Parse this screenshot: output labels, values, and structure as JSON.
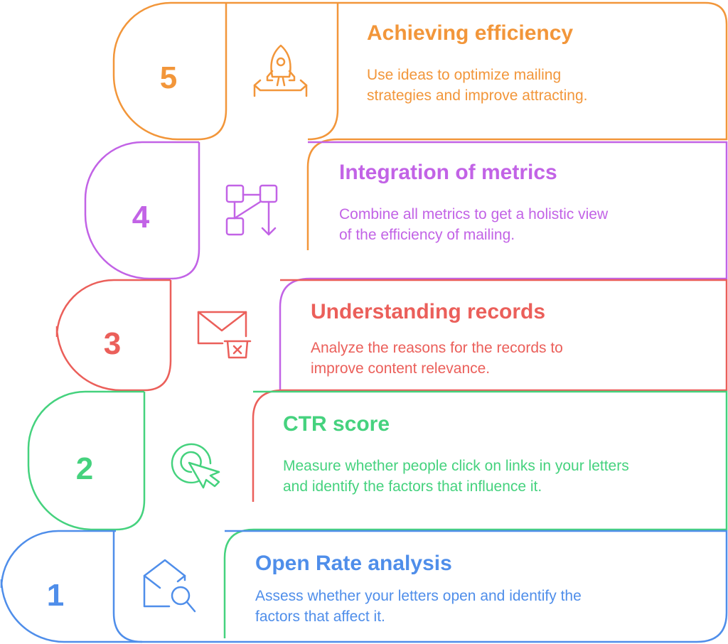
{
  "colors": {
    "step5": "#F2963A",
    "step4": "#C263E6",
    "step3": "#EB5F5A",
    "step2": "#45D27E",
    "step1": "#4F8EEA"
  },
  "steps": [
    {
      "number": "5",
      "title": "Achieving efficiency",
      "desc_line1": "Use ideas to optimize mailing",
      "desc_line2": "strategies and improve attracting.",
      "icon": "rocket-icon"
    },
    {
      "number": "4",
      "title": "Integration of metrics",
      "desc_line1": "Combine all metrics to get a holistic view",
      "desc_line2": "of the efficiency of mailing.",
      "icon": "flow-merge-icon"
    },
    {
      "number": "3",
      "title": "Understanding records",
      "desc_line1": "Analyze the reasons for the records to",
      "desc_line2": "improve content relevance.",
      "icon": "mail-delete-icon"
    },
    {
      "number": "2",
      "title": "CTR score",
      "desc_line1": "Measure whether people click on links in your letters",
      "desc_line2": "and identify the factors that influence it.",
      "icon": "click-cursor-icon"
    },
    {
      "number": "1",
      "title": "Open Rate analysis",
      "desc_line1": "Assess whether your letters open and identify the",
      "desc_line2": "factors that affect it.",
      "icon": "mail-search-icon"
    }
  ]
}
